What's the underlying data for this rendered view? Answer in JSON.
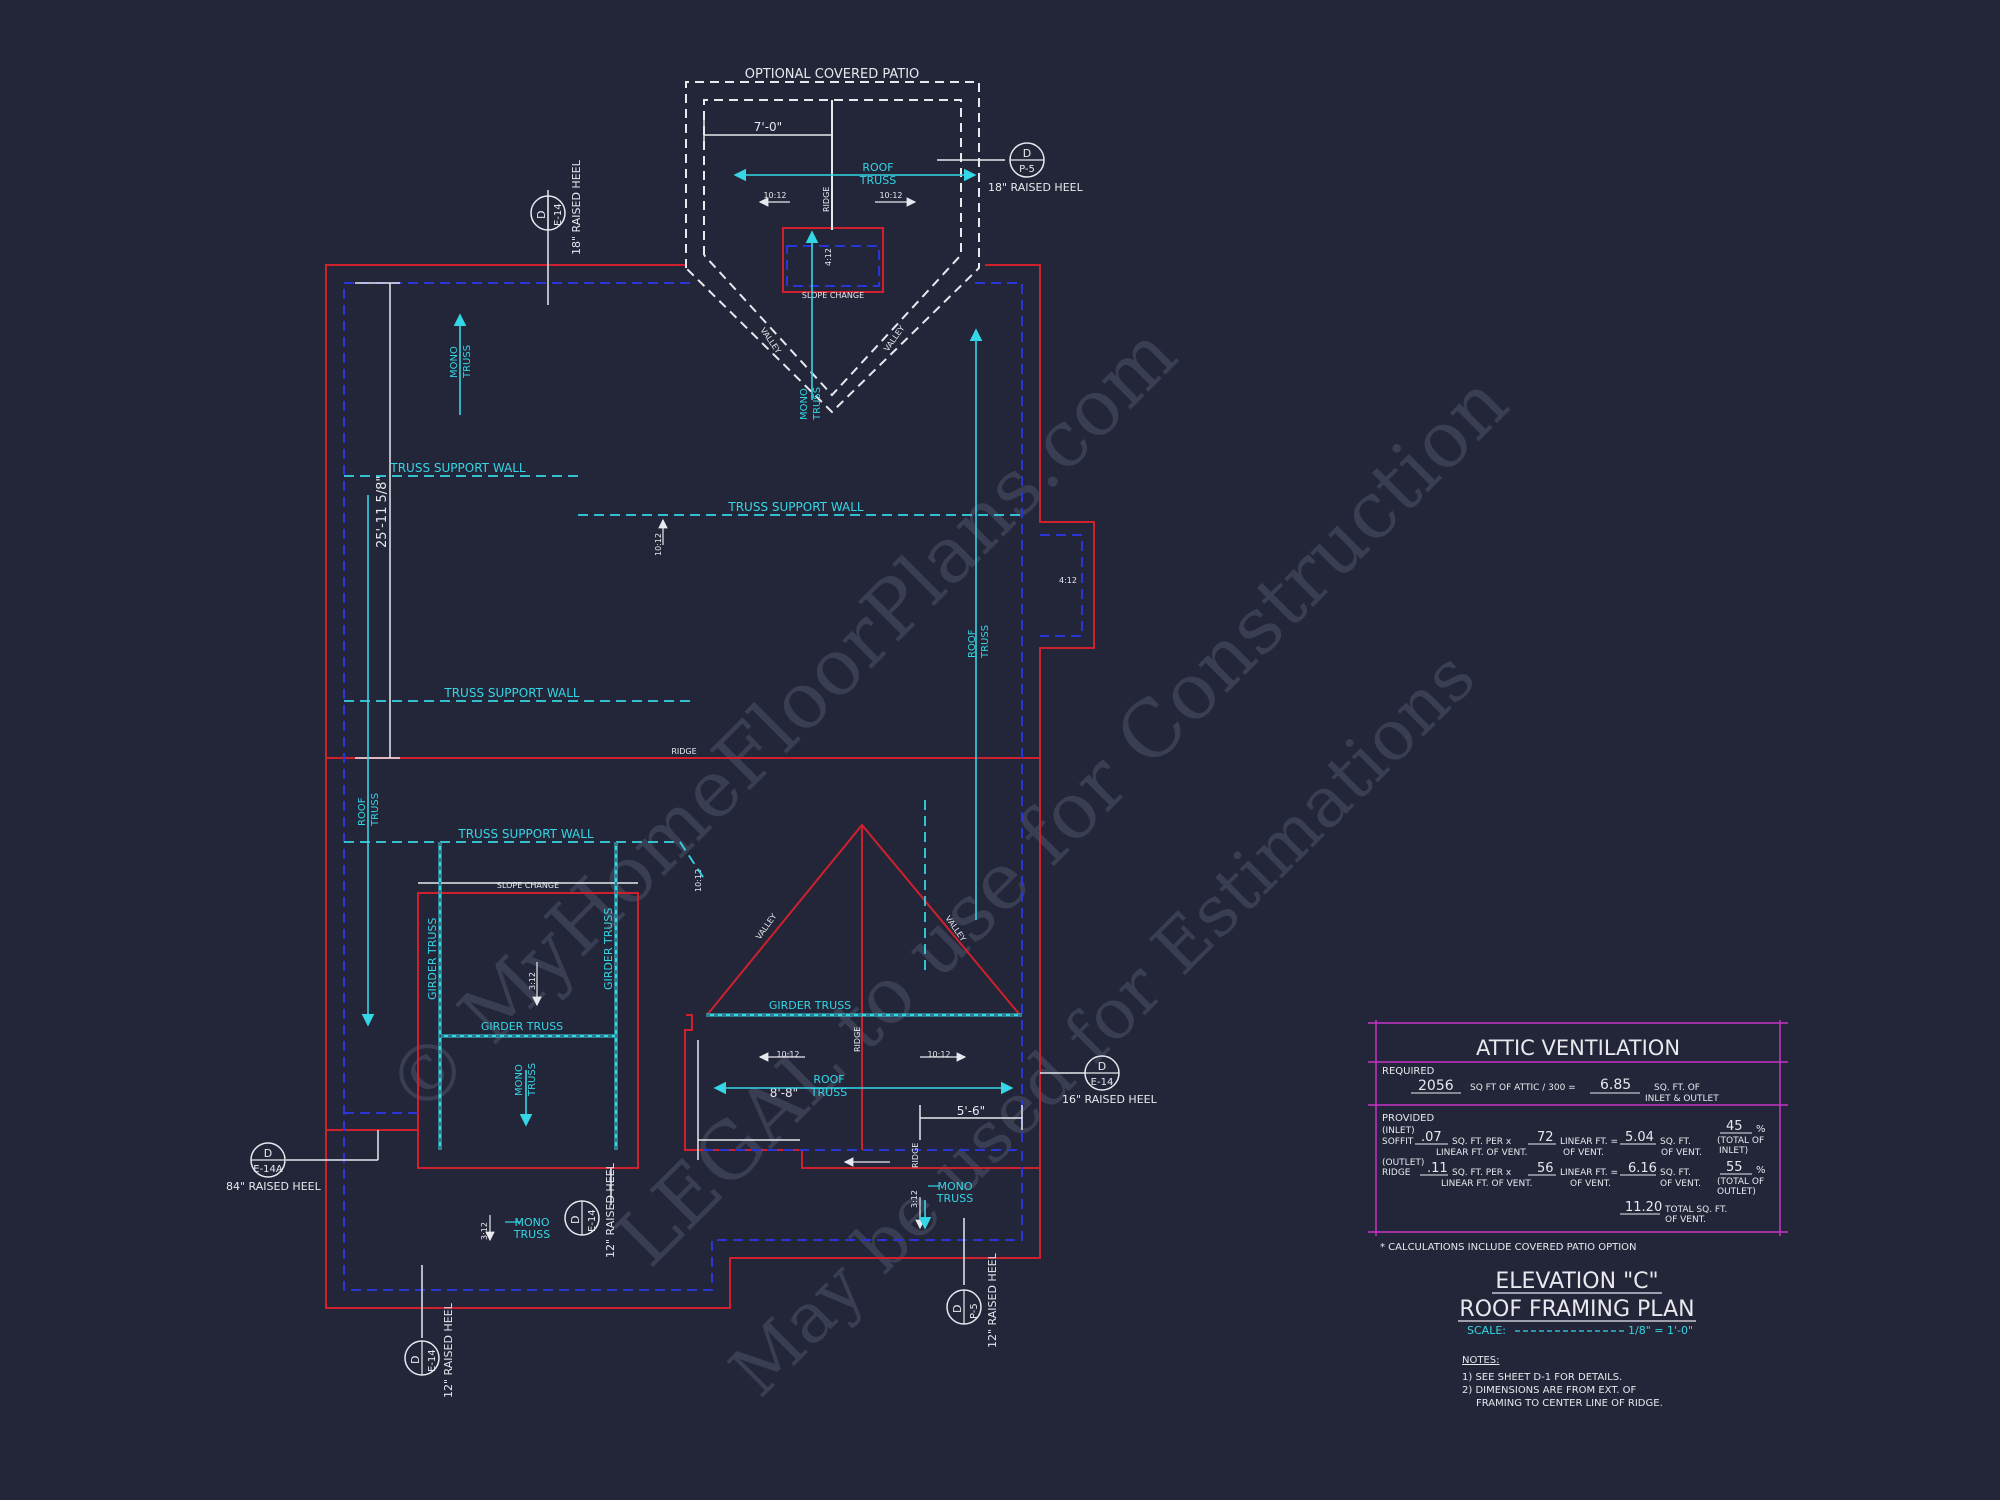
{
  "colors": {
    "background": "#222638",
    "exterior_line": "#d0202e",
    "interior_line": "#2a35d8",
    "annotation": "#35d6e6",
    "text": "#e8e8ee",
    "table_border": "#c832c8",
    "watermark": "#3a3e52"
  },
  "watermark": {
    "line1": "© MyHomeFloorPlans.com",
    "line2": "LEGAL to use for Construction",
    "line3": "May be used for Estimations"
  },
  "plan": {
    "optional_patio": "OPTIONAL COVERED PATIO",
    "dim_patio": "7'-0\"",
    "dim_overall": "25'-11 5/8\"",
    "dim_bay": "8'-8\"",
    "dim_right": "5'-6\"",
    "roof_truss": [
      "ROOF",
      "TRUSS"
    ],
    "mono_truss": [
      "MONO",
      "TRUSS"
    ],
    "girder_truss": "GIRDER TRUSS",
    "truss_support_wall": "TRUSS SUPPORT WALL",
    "slope_change": "SLOPE CHANGE",
    "ridge": "RIDGE",
    "valley": "VALLEY",
    "pitch_10_12": "10:12",
    "pitch_4_12": "4:12",
    "pitch_3_12": "3:12"
  },
  "callouts": {
    "patio_right": {
      "letter": "D",
      "sheet": "P-5",
      "note": "18\" RAISED HEEL"
    },
    "top_left": {
      "letter": "D",
      "sheet": "E-14",
      "note": "18\" RAISED HEEL"
    },
    "right_mid": {
      "letter": "D",
      "sheet": "E-14",
      "note": "16\" RAISED HEEL"
    },
    "left_low": {
      "letter": "D",
      "sheet": "E-14A",
      "note": "84\" RAISED HEEL"
    },
    "bottom_mid": {
      "letter": "D",
      "sheet": "E-14",
      "note": "12\" RAISED HEEL"
    },
    "bottom_left": {
      "letter": "D",
      "sheet": "E-14",
      "note": "12\" RAISED HEEL"
    },
    "bottom_right": {
      "letter": "D",
      "sheet": "P-5",
      "note": "12\" RAISED HEEL"
    }
  },
  "ventilation": {
    "title": "ATTIC VENTILATION",
    "required_label": "REQUIRED",
    "required_attic": "2056",
    "required_attic_text": "SQ FT OF ATTIC / 300 =",
    "required_result": "6.85",
    "required_unit": "SQ. FT. OF",
    "required_unit2": "INLET & OUTLET",
    "provided_label": "PROVIDED",
    "inlet_label": "(INLET)",
    "soffit_label": "SOFFIT",
    "soffit_per": ".07",
    "soffit_per_text": "SQ. FT. PER x",
    "soffit_per_text2": "LINEAR FT. OF VENT.",
    "soffit_lf": "72",
    "soffit_lf_text": "LINEAR FT. =",
    "soffit_lf_text2": "OF VENT.",
    "soffit_total": "5.04",
    "soffit_total_text": "SQ. FT.",
    "soffit_total_text2": "OF VENT.",
    "soffit_pct": "45",
    "soffit_pct_text": "(TOTAL OF",
    "soffit_pct_text2": "INLET)",
    "outlet_label": "(OUTLET)",
    "ridge_label": "RIDGE",
    "ridge_per": ".11",
    "ridge_lf": "56",
    "ridge_total": "6.16",
    "ridge_pct": "55",
    "ridge_pct_text2": "OUTLET)",
    "pct_sign": "%",
    "total": "11.20",
    "total_text": "TOTAL SQ. FT.",
    "total_text2": "OF VENT.",
    "footnote": "* CALCULATIONS INCLUDE COVERED PATIO OPTION"
  },
  "title_block": {
    "line1": "ELEVATION \"C\"",
    "line2": "ROOF FRAMING PLAN",
    "scale_label": "SCALE:",
    "scale_value": "1/8\" = 1'-0\""
  },
  "notes": {
    "heading": "NOTES:",
    "n1": "1) SEE SHEET D-1 FOR DETAILS.",
    "n2a": "2) DIMENSIONS ARE FROM EXT. OF",
    "n2b": "FRAMING TO CENTER LINE OF RIDGE."
  }
}
